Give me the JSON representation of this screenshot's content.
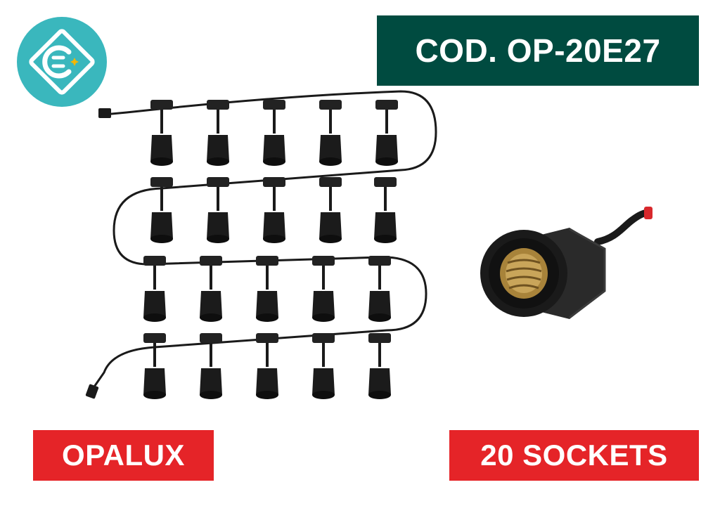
{
  "logo": {
    "icon": "wrench-plug-icon",
    "bg_color": "#3ab7bd"
  },
  "code_badge": {
    "text": "COD. OP-20E27",
    "bg_color": "#004b40"
  },
  "brand_badge": {
    "text": "OPALUX",
    "bg_color": "#e52428"
  },
  "sockets_badge": {
    "text": "20 SOCKETS",
    "bg_color": "#e52428"
  },
  "product": {
    "string_image": "festoon-string-lights-image",
    "socket_image": "e27-socket-closeup-image",
    "socket_count": 20
  }
}
